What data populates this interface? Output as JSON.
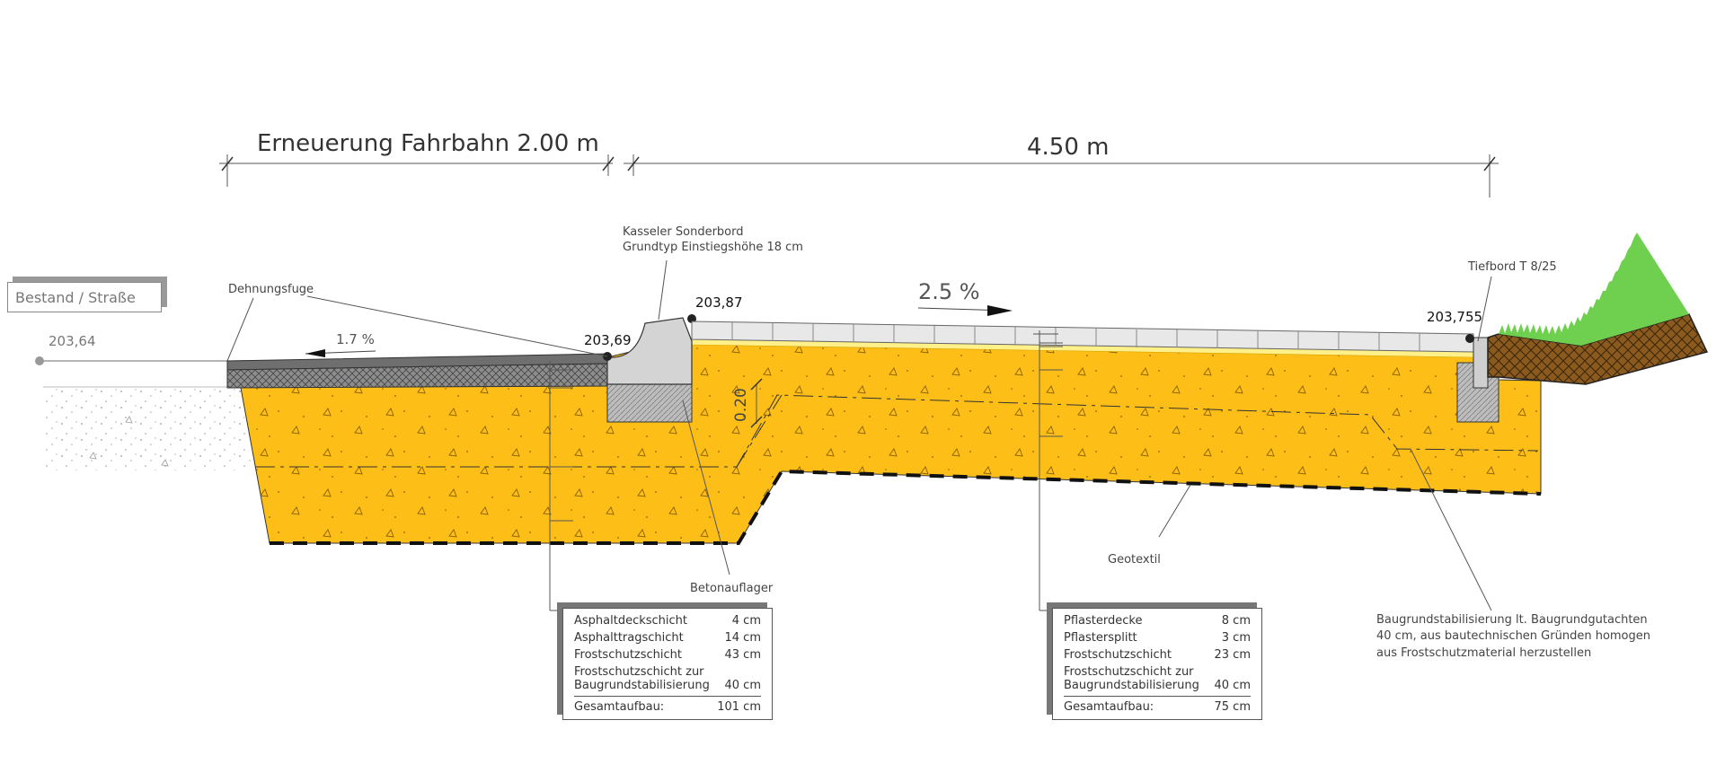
{
  "dimensions": {
    "left": "Erneuerung Fahrbahn 2.00 m",
    "right": "4.50 m"
  },
  "labels": {
    "bestand": "Bestand / Straße",
    "dehnungsfuge": "Dehnungsfuge",
    "kasseler_line1": "Kasseler  Sonderbord",
    "kasseler_line2": "Grundtyp Einstiegshöhe 18 cm",
    "tiefbord": "Tiefbord T 8/25",
    "betonauflager": "Betonauflager",
    "geotextil": "Geotextil",
    "baugrund_line1": "Baugrundstabilisierung lt. Baugrundgutachten",
    "baugrund_line2": "40 cm, aus bautechnischen Gründen homogen",
    "baugrund_line3": "aus Frostschutzmaterial herzustellen",
    "beton_depth": "0.20"
  },
  "elevations": {
    "bestand": "203,64",
    "bord_low": "203,69",
    "bord_top": "203,87",
    "tiefbord": "203,755"
  },
  "slopes": {
    "fahrbahn": "1.7 %",
    "gehweg": "2.5 %"
  },
  "layers_asphalt": {
    "rows": [
      {
        "name": "Asphaltdeckschicht",
        "value": "4 cm"
      },
      {
        "name": "Asphalttragschicht",
        "value": "14 cm"
      },
      {
        "name": "Frostschutzschicht",
        "value": "43 cm"
      }
    ],
    "stab_name_line1": "Frostschutzschicht zur",
    "stab_name_line2": "Baugrundstabilisierung",
    "stab_value": "40 cm",
    "total_name": "Gesamtaufbau:",
    "total_value": "101 cm"
  },
  "layers_pflaster": {
    "rows": [
      {
        "name": "Pflasterdecke",
        "value": "8 cm"
      },
      {
        "name": "Pflastersplitt",
        "value": "3 cm"
      },
      {
        "name": "Frostschutzschicht",
        "value": "23 cm"
      }
    ],
    "stab_name_line1": "Frostschutzschicht zur",
    "stab_name_line2": "Baugrundstabilisierung",
    "stab_value": "40 cm",
    "total_name": "Gesamtaufbau:",
    "total_value": "75 cm"
  },
  "colors": {
    "frostschutz": "#FDBF17",
    "asphalt_deck": "#7a7a7a",
    "asphalt_trag": "#9a9a9a",
    "concrete": "#cfcfcf",
    "soil": "#8a5a1e",
    "grass": "#6fcf4f",
    "splitt": "#fff08a"
  }
}
